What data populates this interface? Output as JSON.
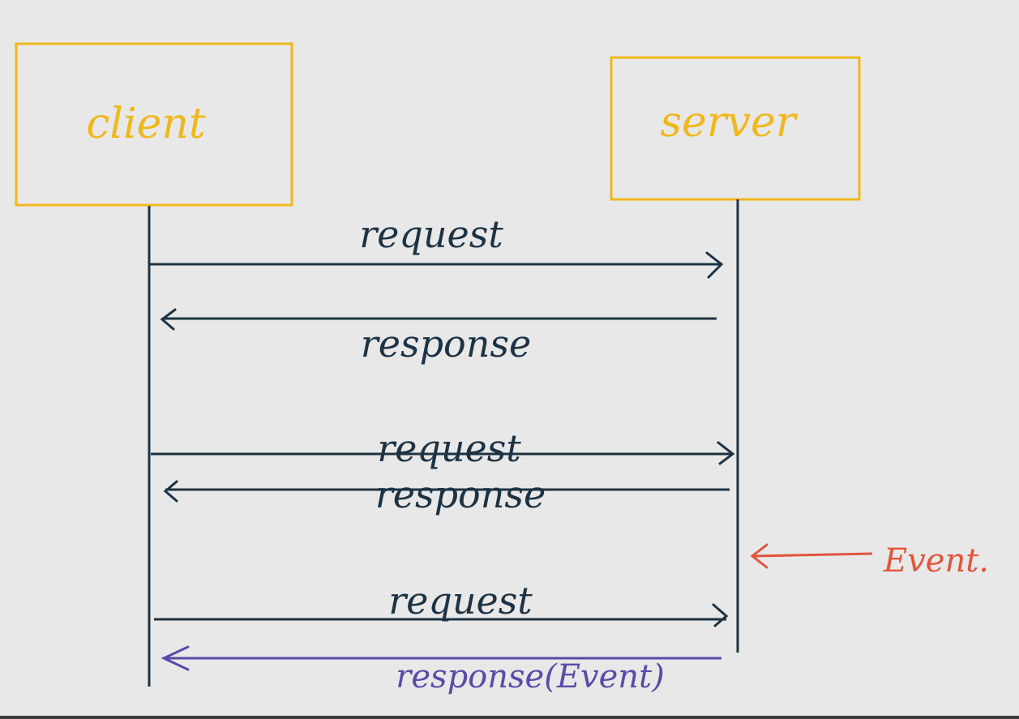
{
  "actors": {
    "client": "client",
    "server": "server"
  },
  "messages": {
    "request_1": "request",
    "response_1": "response",
    "request_2": "request",
    "response_2": "response",
    "request_3": "request",
    "response_event": "response(Event)"
  },
  "event": {
    "label": "Event."
  },
  "colors": {
    "actor": "#f0b81c",
    "message": "#1d3344",
    "event": "#e2543c",
    "event_response": "#5b4aa8",
    "background": "#e8e8e8"
  }
}
